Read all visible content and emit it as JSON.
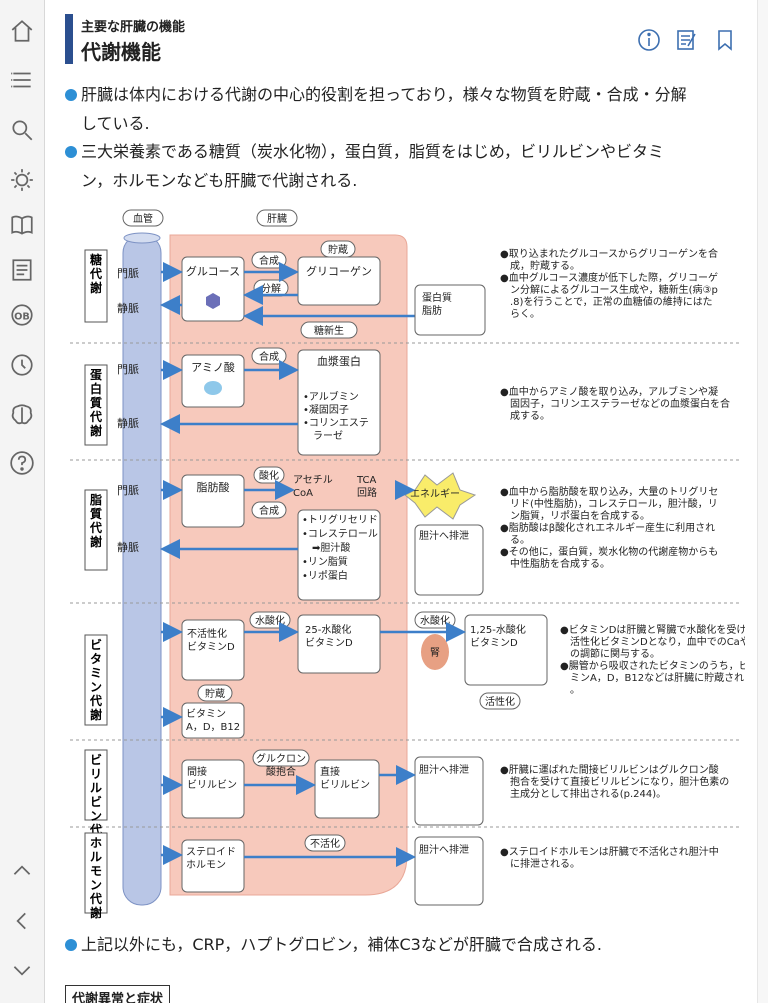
{
  "sidebar": {
    "items": [
      {
        "icon": "home-icon"
      },
      {
        "icon": "list-icon"
      },
      {
        "icon": "search-icon"
      },
      {
        "icon": "gear-icon"
      },
      {
        "icon": "book-icon"
      },
      {
        "icon": "notes-icon"
      },
      {
        "icon": "ob-icon"
      },
      {
        "icon": "history-icon"
      },
      {
        "icon": "brain-icon"
      },
      {
        "icon": "help-icon"
      },
      {
        "icon": "chevron-up-icon"
      },
      {
        "icon": "chevron-left-icon"
      },
      {
        "icon": "chevron-down-icon"
      }
    ]
  },
  "header": {
    "subtitle": "主要な肝臓の機能",
    "title": "代謝機能",
    "icons": [
      "info-icon",
      "memo-icon",
      "bookmark-icon"
    ]
  },
  "bullets": [
    {
      "line1": "肝臓は体内における代謝の中心的役割を担っており，様々な物質を貯蔵・合成・分解",
      "line2": "している."
    },
    {
      "line1": "三大栄養素である糖質（炭水化物），蛋白質，脂質をはじめ，ビリルビンやビタミ",
      "line2": "ン，ホルモンなども肝臓で代謝される."
    },
    {
      "line1": "上記以外にも，CRP，ハプトグロビン，補体C3などが肝臓で合成される."
    }
  ],
  "figure": {
    "col_blood": "血管",
    "col_liver": "肝臓",
    "portal": "門脈",
    "vein": "静脈",
    "sections": {
      "sugar": {
        "label": "糖代謝",
        "glucose": "グルコース",
        "synth": "合成",
        "store": "貯蔵",
        "glycogen": "グリコーゲン",
        "decomp": "分解",
        "gluconeo": "糖新生",
        "src": "蛋白質\n脂肪",
        "note": "●取り込まれたグルコースからグリコーゲンを合成，貯蔵する。\n●血中グルコース濃度が低下した際，グリコーゲン分解によるグルコース生成や，糖新生(病③p.8)を行うことで，正常の血糖値の維持にはたらく。"
      },
      "protein": {
        "label": "蛋白質代謝",
        "amino": "アミノ酸",
        "synth": "合成",
        "plasma": "血漿蛋白",
        "items": "•アルブミン\n•凝固因子\n•コリンエステ\n　ラーゼ",
        "note": "●血中からアミノ酸を取り込み，アルブミンや凝固因子，コリンエステラーゼなどの血漿蛋白を合成する。"
      },
      "lipid": {
        "label": "脂質代謝",
        "fatty": "脂肪酸",
        "oxid": "酸化",
        "acetyl": "アセチル\nCoA",
        "tca": "TCA\n回路",
        "energy": "エネルギー",
        "synth": "合成",
        "items": "•トリグリセリド\n•コレステロール\n　➡胆汁酸\n•リン脂質\n•リポ蛋白",
        "bile": "胆汁へ排泄",
        "note": "●血中から脂肪酸を取り込み，大量のトリグリセリド(中性脂肪)，コレステロール，胆汁酸，リン脂質，リポ蛋白を合成する。\n●脂肪酸はβ酸化されエネルギー産生に利用される。\n●その他に，蛋白質，炭水化物の代謝産物からも中性脂肪を合成する。"
      },
      "vitamin": {
        "label": "ビタミン代謝",
        "inactive": "不活性化\nビタミンD",
        "hydrox": "水酸化",
        "d25": "25-水酸化\nビタミンD",
        "hydrox2": "水酸化",
        "kidney": "腎",
        "d125": "1,25-水酸化\nビタミンD",
        "activ": "活性化",
        "store": "貯蔵",
        "vitamins": "ビタミン\nA，D，B12",
        "note": "●ビタミンDは肝臓と腎臓で水酸化を受けて活性化ビタミンDとなり，血中でのCaやPの調節に関与する。\n●腸管から吸収されたビタミンのうち，ビタミンA，D，B12などは肝臓に貯蔵される。"
      },
      "bilirubin": {
        "label": "ビリルビン代謝",
        "indirect": "間接\nビリルビン",
        "gluc": "グルクロン\n酸抱合",
        "direct": "直接\nビリルビン",
        "bile": "胆汁へ排泄",
        "note": "●肝臓に運ばれた間接ビリルビンはグルクロン酸抱合を受けて直接ビリルビンになり，胆汁色素の主成分として排出される(p.244)。"
      },
      "hormone": {
        "label": "ホルモン代謝",
        "steroid": "ステロイド\nホルモン",
        "inact": "不活化",
        "bile": "胆汁へ排泄",
        "note": "●ステロイドホルモンは肝臓で不活化され胆汁中に排泄される。"
      }
    }
  },
  "footer_section": "代謝異常と症状",
  "colors": {
    "accent": "#2d8fd5",
    "header_bar": "#2b4f8f",
    "liver": "#f7c9bc",
    "vessel": "#b9c6e6",
    "arrow": "#3d7fc9"
  }
}
